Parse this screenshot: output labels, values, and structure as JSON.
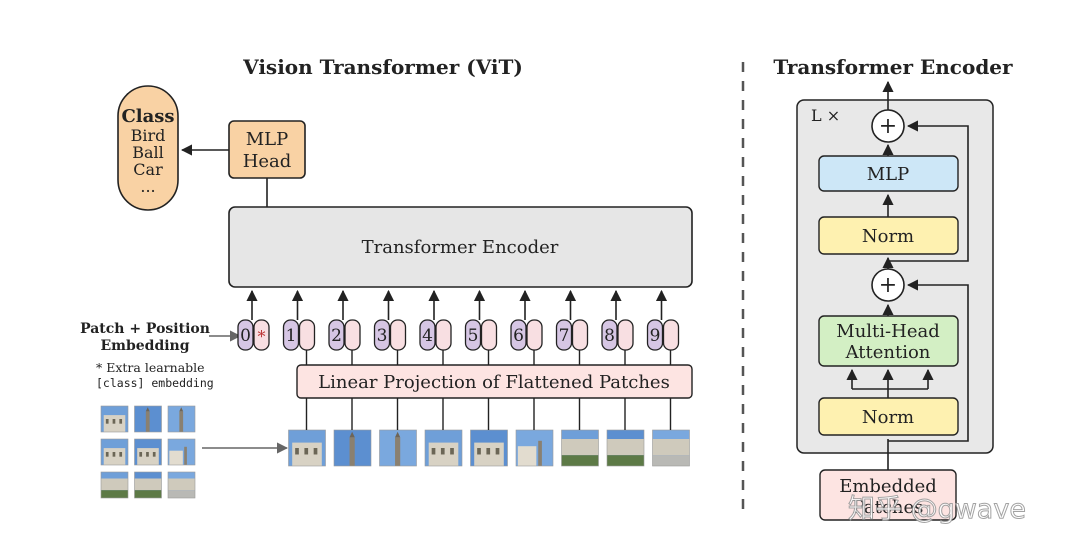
{
  "colors": {
    "class_box": "#f9d2a4",
    "mlp_head": "#f9d2a4",
    "encoder_box": "#e6e6e6",
    "encoder_frame": "#e8e8e8",
    "projection": "#fde4e2",
    "embedded": "#fde4e2",
    "token_purple": "#d6c6e4",
    "token_pink": "#f8dfe2",
    "norm": "#fef1b0",
    "mlp_block": "#cde7f7",
    "attention": "#d3efc4",
    "line": "#222222",
    "dashed_divider": "#555555"
  },
  "vit": {
    "title": "Vision Transformer (ViT)",
    "class_box": {
      "title": "Class",
      "items": [
        "Bird",
        "Ball",
        "Car",
        "..."
      ]
    },
    "mlp_head": [
      "MLP",
      "Head"
    ],
    "encoder": "Transformer Encoder",
    "embedding_label": [
      "Patch + Position",
      "Embedding"
    ],
    "note": [
      "* Extra learnable",
      "[class] embedding"
    ],
    "projection": "Linear Projection of Flattened Patches",
    "tokens": [
      "0",
      "1",
      "2",
      "3",
      "4",
      "5",
      "6",
      "7",
      "8",
      "9"
    ],
    "cls_marker": "*"
  },
  "encoder_detail": {
    "title": "Transformer Encoder",
    "repeat": "L ×",
    "mlp": "MLP",
    "norm": "Norm",
    "attention": [
      "Multi-Head",
      "Attention"
    ],
    "add": "+",
    "embedded": [
      "Embedded",
      "Patches"
    ]
  },
  "watermark": "知乎 @gwave"
}
